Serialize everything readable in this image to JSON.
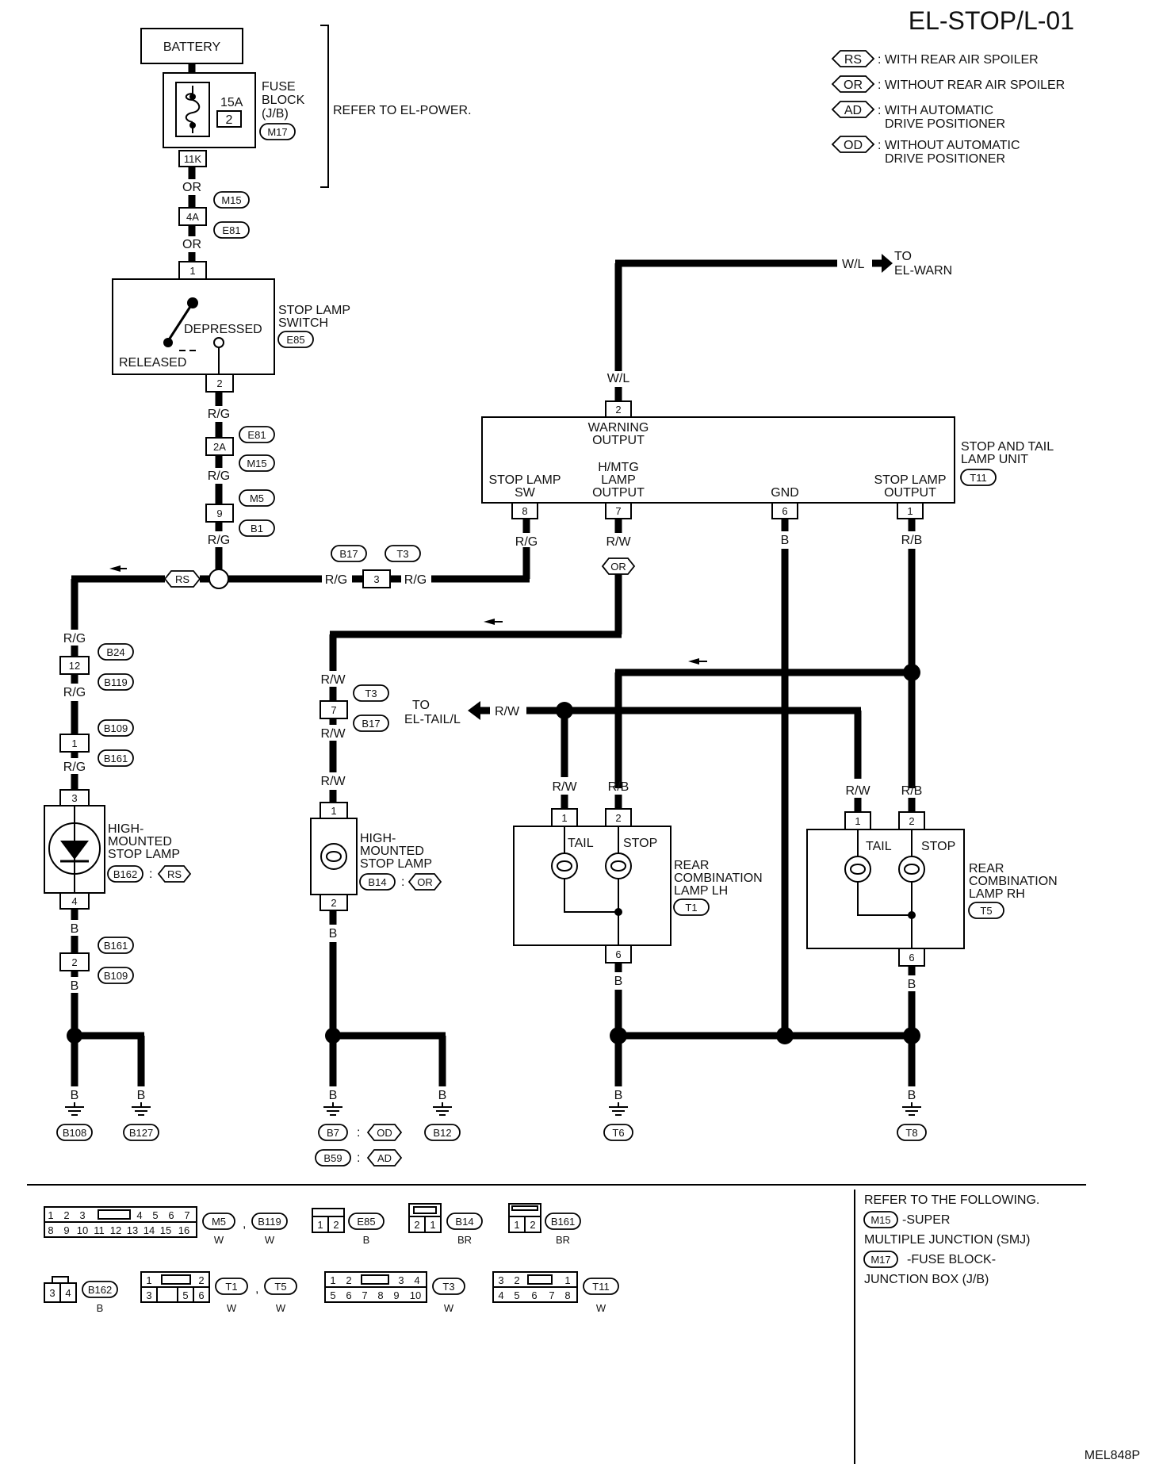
{
  "title": "EL-STOP/L-01",
  "figure_code": "MEL848P",
  "legend": [
    {
      "code": "RS",
      "text": ": WITH REAR AIR SPOILER"
    },
    {
      "code": "OR",
      "text": ": WITHOUT REAR AIR SPOILER"
    },
    {
      "code": "AD",
      "text": ": WITH AUTOMATIC",
      "text2": "DRIVE POSITIONER"
    },
    {
      "code": "OD",
      "text": ": WITHOUT AUTOMATIC",
      "text2": "DRIVE POSITIONER"
    }
  ],
  "battery": "BATTERY",
  "fuse": {
    "rating": "15A",
    "number": "2",
    "label1": "FUSE",
    "label2": "BLOCK",
    "label3": "(J/B)",
    "connector": "M17",
    "terminal": "11K"
  },
  "refer_power": "REFER TO EL-POWER.",
  "stop_switch": {
    "label1": "STOP LAMP",
    "label2": "SWITCH",
    "connector": "E85",
    "depressed": "DEPRESSED",
    "released": "RELEASED",
    "pin_in": "1",
    "pin_out": "2"
  },
  "wires": {
    "or": "OR",
    "rg": "R/G",
    "rw": "R/W",
    "rb": "R/B",
    "wl": "W/L",
    "b": "B"
  },
  "connectors": {
    "c4a": {
      "pin": "4A",
      "top": "M15",
      "bottom": "E81"
    },
    "c2a": {
      "pin": "2A",
      "top": "E81",
      "bottom": "M15"
    },
    "c9": {
      "pin": "9",
      "top": "M5",
      "bottom": "B1"
    },
    "c3": {
      "pin": "3",
      "left": "B17",
      "right": "T3"
    },
    "c12": {
      "pin": "12",
      "top": "B24",
      "bottom": "B119"
    },
    "c1": {
      "pin": "1",
      "top": "B109",
      "bottom": "B161"
    },
    "c2": {
      "pin": "2",
      "top": "B161",
      "bottom": "B109"
    },
    "c7": {
      "pin": "7",
      "top": "T3",
      "bottom": "B17"
    }
  },
  "to_warn": {
    "line1": "TO",
    "line2": "EL-WARN"
  },
  "to_tail": {
    "line1": "TO",
    "line2": "EL-TAIL/L"
  },
  "unit": {
    "label1": "STOP AND TAIL",
    "label2": "LAMP UNIT",
    "connector": "T11",
    "warning": {
      "pin": "2",
      "l1": "WARNING",
      "l2": "OUTPUT"
    },
    "stop_sw": {
      "pin": "8",
      "l1": "STOP LAMP",
      "l2": "SW"
    },
    "hmtg": {
      "pin": "7",
      "l1": "H/MTG",
      "l2": "LAMP",
      "l3": "OUTPUT"
    },
    "gnd": {
      "pin": "6",
      "l1": "GND"
    },
    "stop_out": {
      "pin": "1",
      "l1": "STOP LAMP",
      "l2": "OUTPUT"
    }
  },
  "hmsl_rs": {
    "l1": "HIGH-",
    "l2": "MOUNTED",
    "l3": "STOP LAMP",
    "connector": "B162",
    "option": "RS",
    "pin_top": "3",
    "pin_bottom": "4"
  },
  "hmsl_or": {
    "l1": "HIGH-",
    "l2": "MOUNTED",
    "l3": "STOP LAMP",
    "connector": "B14",
    "option": "OR",
    "pin_top": "1",
    "pin_bottom": "2"
  },
  "rcl_lh": {
    "l1": "REAR",
    "l2": "COMBINATION",
    "l3": "LAMP LH",
    "connector": "T1",
    "tail": "TAIL",
    "stop": "STOP",
    "pin1": "1",
    "pin2": "2",
    "pin6": "6"
  },
  "rcl_rh": {
    "l1": "REAR",
    "l2": "COMBINATION",
    "l3": "LAMP RH",
    "connector": "T5",
    "tail": "TAIL",
    "stop": "STOP",
    "pin1": "1",
    "pin2": "2",
    "pin6": "6"
  },
  "grounds": {
    "b108": "B108",
    "b127": "B127",
    "b7": "B7",
    "b59": "B59",
    "b12": "B12",
    "t6": "T6",
    "t8": "T8",
    "od": "OD",
    "ad": "AD",
    "colon": ":"
  },
  "connector_views": {
    "m5_row1": [
      "1",
      "2",
      "3",
      "4",
      "5",
      "6",
      "7"
    ],
    "m5_row2": [
      "8",
      "9",
      "10",
      "11",
      "12",
      "13",
      "14",
      "15",
      "16"
    ],
    "m5": "M5",
    "b119": "B119",
    "m5_color": "W",
    "b119_color": "W",
    "e85_pins": [
      "1",
      "2"
    ],
    "e85": "E85",
    "e85_color": "B",
    "b14_pins": [
      "2",
      "1"
    ],
    "b14": "B14",
    "b14_color": "BR",
    "b161_pins": [
      "1",
      "2"
    ],
    "b161": "B161",
    "b161_color": "BR",
    "b162_pins": [
      "3",
      "4"
    ],
    "b162": "B162",
    "b162_color": "B",
    "t1_row1": [
      "1",
      "2"
    ],
    "t1_row2": [
      "3",
      "5",
      "6"
    ],
    "t1": "T1",
    "t5": "T5",
    "t1_color": "W",
    "t5_color": "W",
    "t3_row1": [
      "1",
      "2",
      "3",
      "4"
    ],
    "t3_row2": [
      "5",
      "6",
      "7",
      "8",
      "9",
      "10"
    ],
    "t3": "T3",
    "t3_color": "W",
    "t11_row1": [
      "3",
      "2",
      "1"
    ],
    "t11_row2": [
      "4",
      "5",
      "6",
      "7",
      "8"
    ],
    "t11": "T11",
    "t11_color": "W"
  },
  "refer_notes": {
    "head": "REFER TO THE FOLLOWING.",
    "m15": "M15",
    "m15_text": "-SUPER",
    "m15_text2": "MULTIPLE JUNCTION (SMJ)",
    "m17": "M17",
    "m17_text": "-FUSE BLOCK-",
    "m17_text2": "JUNCTION BOX (J/B)"
  }
}
